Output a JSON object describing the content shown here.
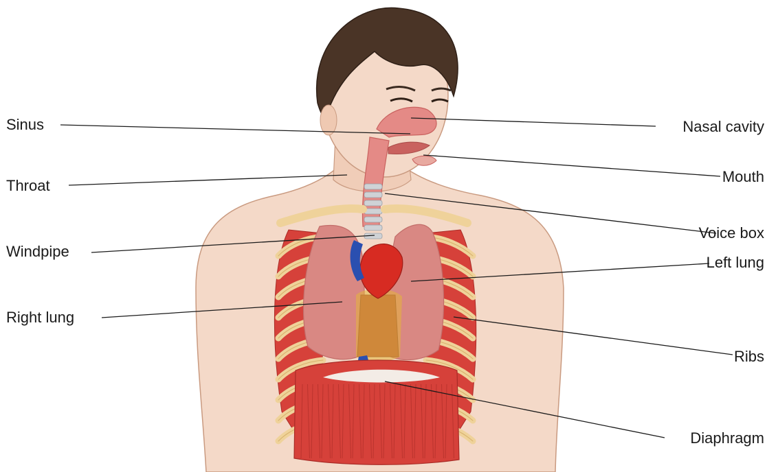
{
  "colors": {
    "skin": "#f4d9c8",
    "skin_shadow": "#e6bfa7",
    "skin_outline": "#c99a80",
    "hair": "#4a3426",
    "hair_dark": "#2e1f16",
    "airway": "#e48a86",
    "airway_dark": "#c9625f",
    "trachea_ring": "#cfd2d6",
    "lung": "#d98883",
    "lung_dark": "#c26d69",
    "muscle": "#d6413a",
    "muscle_dark": "#a92b26",
    "rib": "#efd29a",
    "rib_dark": "#d7b16a",
    "heart": "#d72b22",
    "vein": "#2a4fb0",
    "fat": "#e4b43a",
    "diaphragm_top": "#f3ece6",
    "leader_line": "#1a1a1a",
    "label_text": "#1a1a1a"
  },
  "labels": {
    "sinus": "Sinus",
    "throat": "Throat",
    "windpipe": "Windpipe",
    "right_lung": "Right lung",
    "nasal_cavity": "Nasal cavity",
    "mouth": "Mouth",
    "voice_box": "Voice box",
    "left_lung": "Left lung",
    "ribs": "Ribs",
    "diaphragm": "Diaphragm"
  }
}
